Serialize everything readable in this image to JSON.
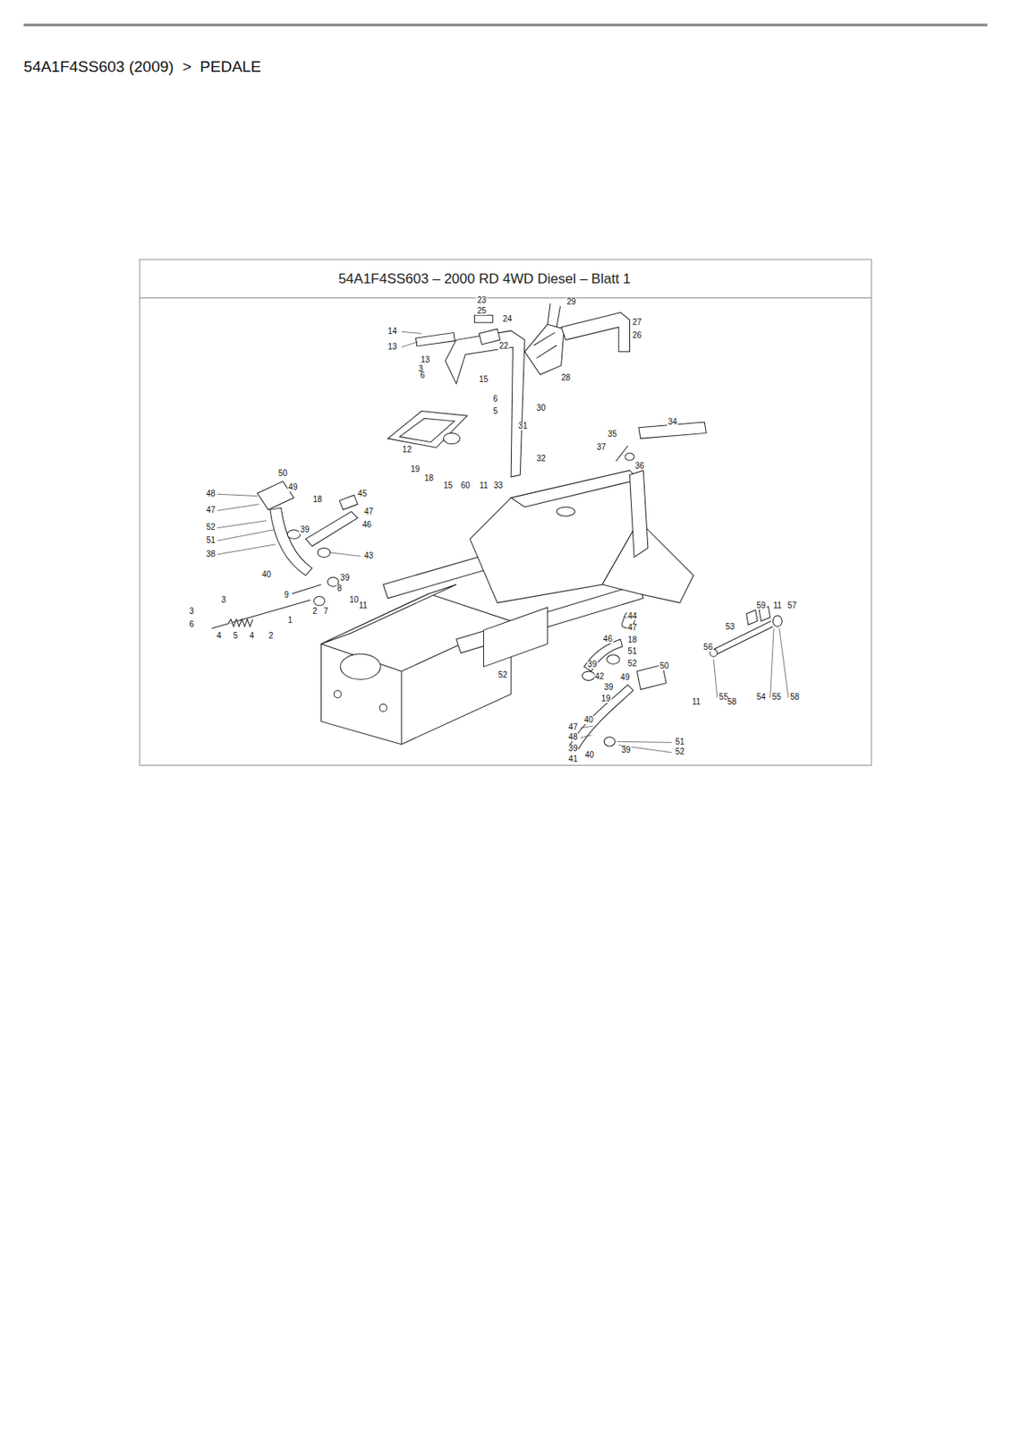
{
  "diagram": {
    "title": "54A1F4SS603 (2009)  >  PEDALE",
    "labels": [
      "54A1F4SS603 – 2000 RD 4WD Diesel – Blatt 1",
      "23",
      "29",
      "25",
      "24",
      "27",
      "14",
      "26",
      "22",
      "13",
      "13",
      "3",
      "6",
      "28",
      "15",
      "6",
      "5",
      "30",
      "31",
      "12",
      "32",
      "19",
      "18",
      "15",
      "60",
      "11",
      "33",
      "34",
      "35",
      "37",
      "36",
      "50",
      "49",
      "48",
      "45",
      "18",
      "47",
      "47",
      "46",
      "52",
      "39",
      "51",
      "38",
      "43",
      "40",
      "39",
      "8",
      "9",
      "3",
      "10",
      "11",
      "3",
      "2",
      "7",
      "1",
      "6",
      "4",
      "5",
      "4",
      "2",
      "59",
      "11",
      "57",
      "44",
      "53",
      "47",
      "46",
      "18",
      "56",
      "51",
      "52",
      "39",
      "50",
      "52",
      "42",
      "49",
      "39",
      "55",
      "54",
      "55",
      "58",
      "19",
      "11",
      "58",
      "40",
      "47",
      "48",
      "39",
      "39",
      "40",
      "41",
      "51",
      "52"
    ]
  }
}
